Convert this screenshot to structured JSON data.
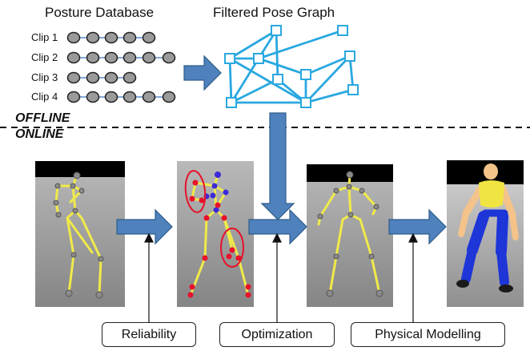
{
  "database": {
    "title": "Posture Database",
    "clips": [
      {
        "label": "Clip 1",
        "pose_count": 5
      },
      {
        "label": "Clip 2",
        "pose_count": 6
      },
      {
        "label": "Clip 3",
        "pose_count": 4
      },
      {
        "label": "Clip 4",
        "pose_count": 6
      }
    ]
  },
  "graph": {
    "title": "Filtered Pose Graph"
  },
  "modes": {
    "offline": "OFFLINE",
    "online": "ONLINE"
  },
  "stages": [
    {
      "label": "Reliability"
    },
    {
      "label": "Optimization"
    },
    {
      "label": "Physical Modelling"
    }
  ],
  "colors": {
    "arrow": "#4f81bd",
    "arrow_edge": "#2f5d8a",
    "graph": "#2aa8e0",
    "pose_node": "#9a9a9a",
    "skeleton_bone": "#f0ea4a",
    "unreliable_joint": "#e8102a",
    "reliable_joint": "#3c2ad8",
    "body_upper": "#f0e442",
    "body_lower": "#1e35d8",
    "body_limb_upper": "#f4c38a"
  }
}
